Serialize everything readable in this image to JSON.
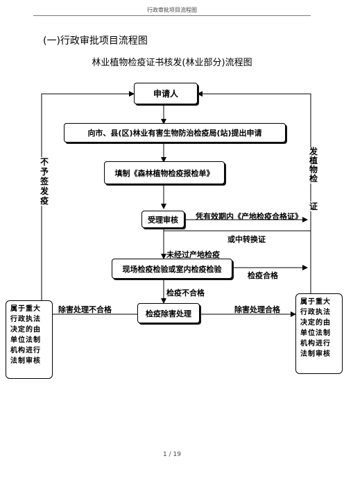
{
  "header": "行政审批项目流程图",
  "section_title": "(一)行政审批项目流程图",
  "diagram_title": "林业植物检疫证书核发(林业部分)流程图",
  "nodes": {
    "applicant": "申请人",
    "submit": "向市、县(区)林业有害生物防治检疫局(站)提出申请",
    "fill_form": "填制《森林植物检疫报检单》",
    "review": "受理审核",
    "inspection": "现场检疫检验或室内检疫检验",
    "eradication": "检疫除害处理",
    "left_side": "属于重大行政执法决定的由单位法制机构进行法制审核",
    "right_side": "属于重大行政执法决定的由单位法制机构进行法制审核"
  },
  "edge_labels": {
    "valid_cert": "凭有效期内《产地检疫合格证》",
    "or_transfer": "或中转换证",
    "no_origin_quarantine": "未经过产地检疫",
    "quarantine_pass": "检疫合格",
    "quarantine_fail": "检疫不合格",
    "treatment_fail": "除害处理不合格",
    "treatment_pass": "除害处理合格",
    "not_issue": "不予签发疫",
    "issue_cert": "发植物检",
    "issue_cert_end": "证"
  },
  "footer": "1 / 19"
}
